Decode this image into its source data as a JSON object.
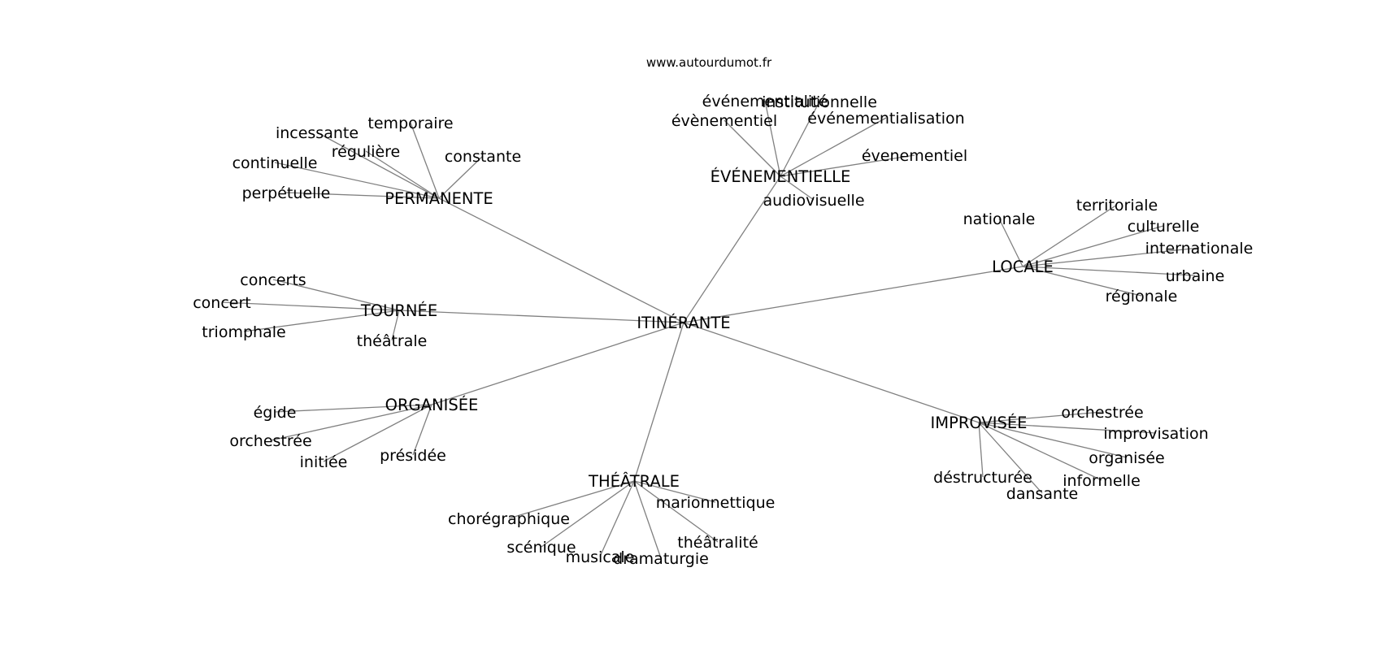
{
  "credit": "www.autourdumot.fr",
  "graph": {
    "root": "ITINÉRANTE",
    "groups": [
      {
        "hub": "PERMANENTE",
        "words": [
          "temporaire",
          "incessante",
          "régulière",
          "constante",
          "continuelle",
          "perpétuelle"
        ]
      },
      {
        "hub": "ÉVÉNEMENTIELLE",
        "words": [
          "événementialité",
          "institutionnelle",
          "évènementiel",
          "événementialisation",
          "évenementiel",
          "audiovisuelle"
        ]
      },
      {
        "hub": "LOCALE",
        "words": [
          "nationale",
          "territoriale",
          "culturelle",
          "internationale",
          "urbaine",
          "régionale"
        ]
      },
      {
        "hub": "TOURNÉE",
        "words": [
          "concerts",
          "concert",
          "triomphale",
          "théâtrale"
        ]
      },
      {
        "hub": "ORGANISÉE",
        "words": [
          "égide",
          "orchestrée",
          "initiée",
          "présidée"
        ]
      },
      {
        "hub": "IMPROVISÉE",
        "words": [
          "orchestrée",
          "improvisation",
          "organisée",
          "informelle",
          "dansante",
          "déstructurée"
        ]
      },
      {
        "hub": "THÉÂTRALE",
        "words": [
          "marionnettique",
          "chorégraphique",
          "scénique",
          "musicale",
          "dramaturgie",
          "théâtralité"
        ]
      }
    ]
  }
}
